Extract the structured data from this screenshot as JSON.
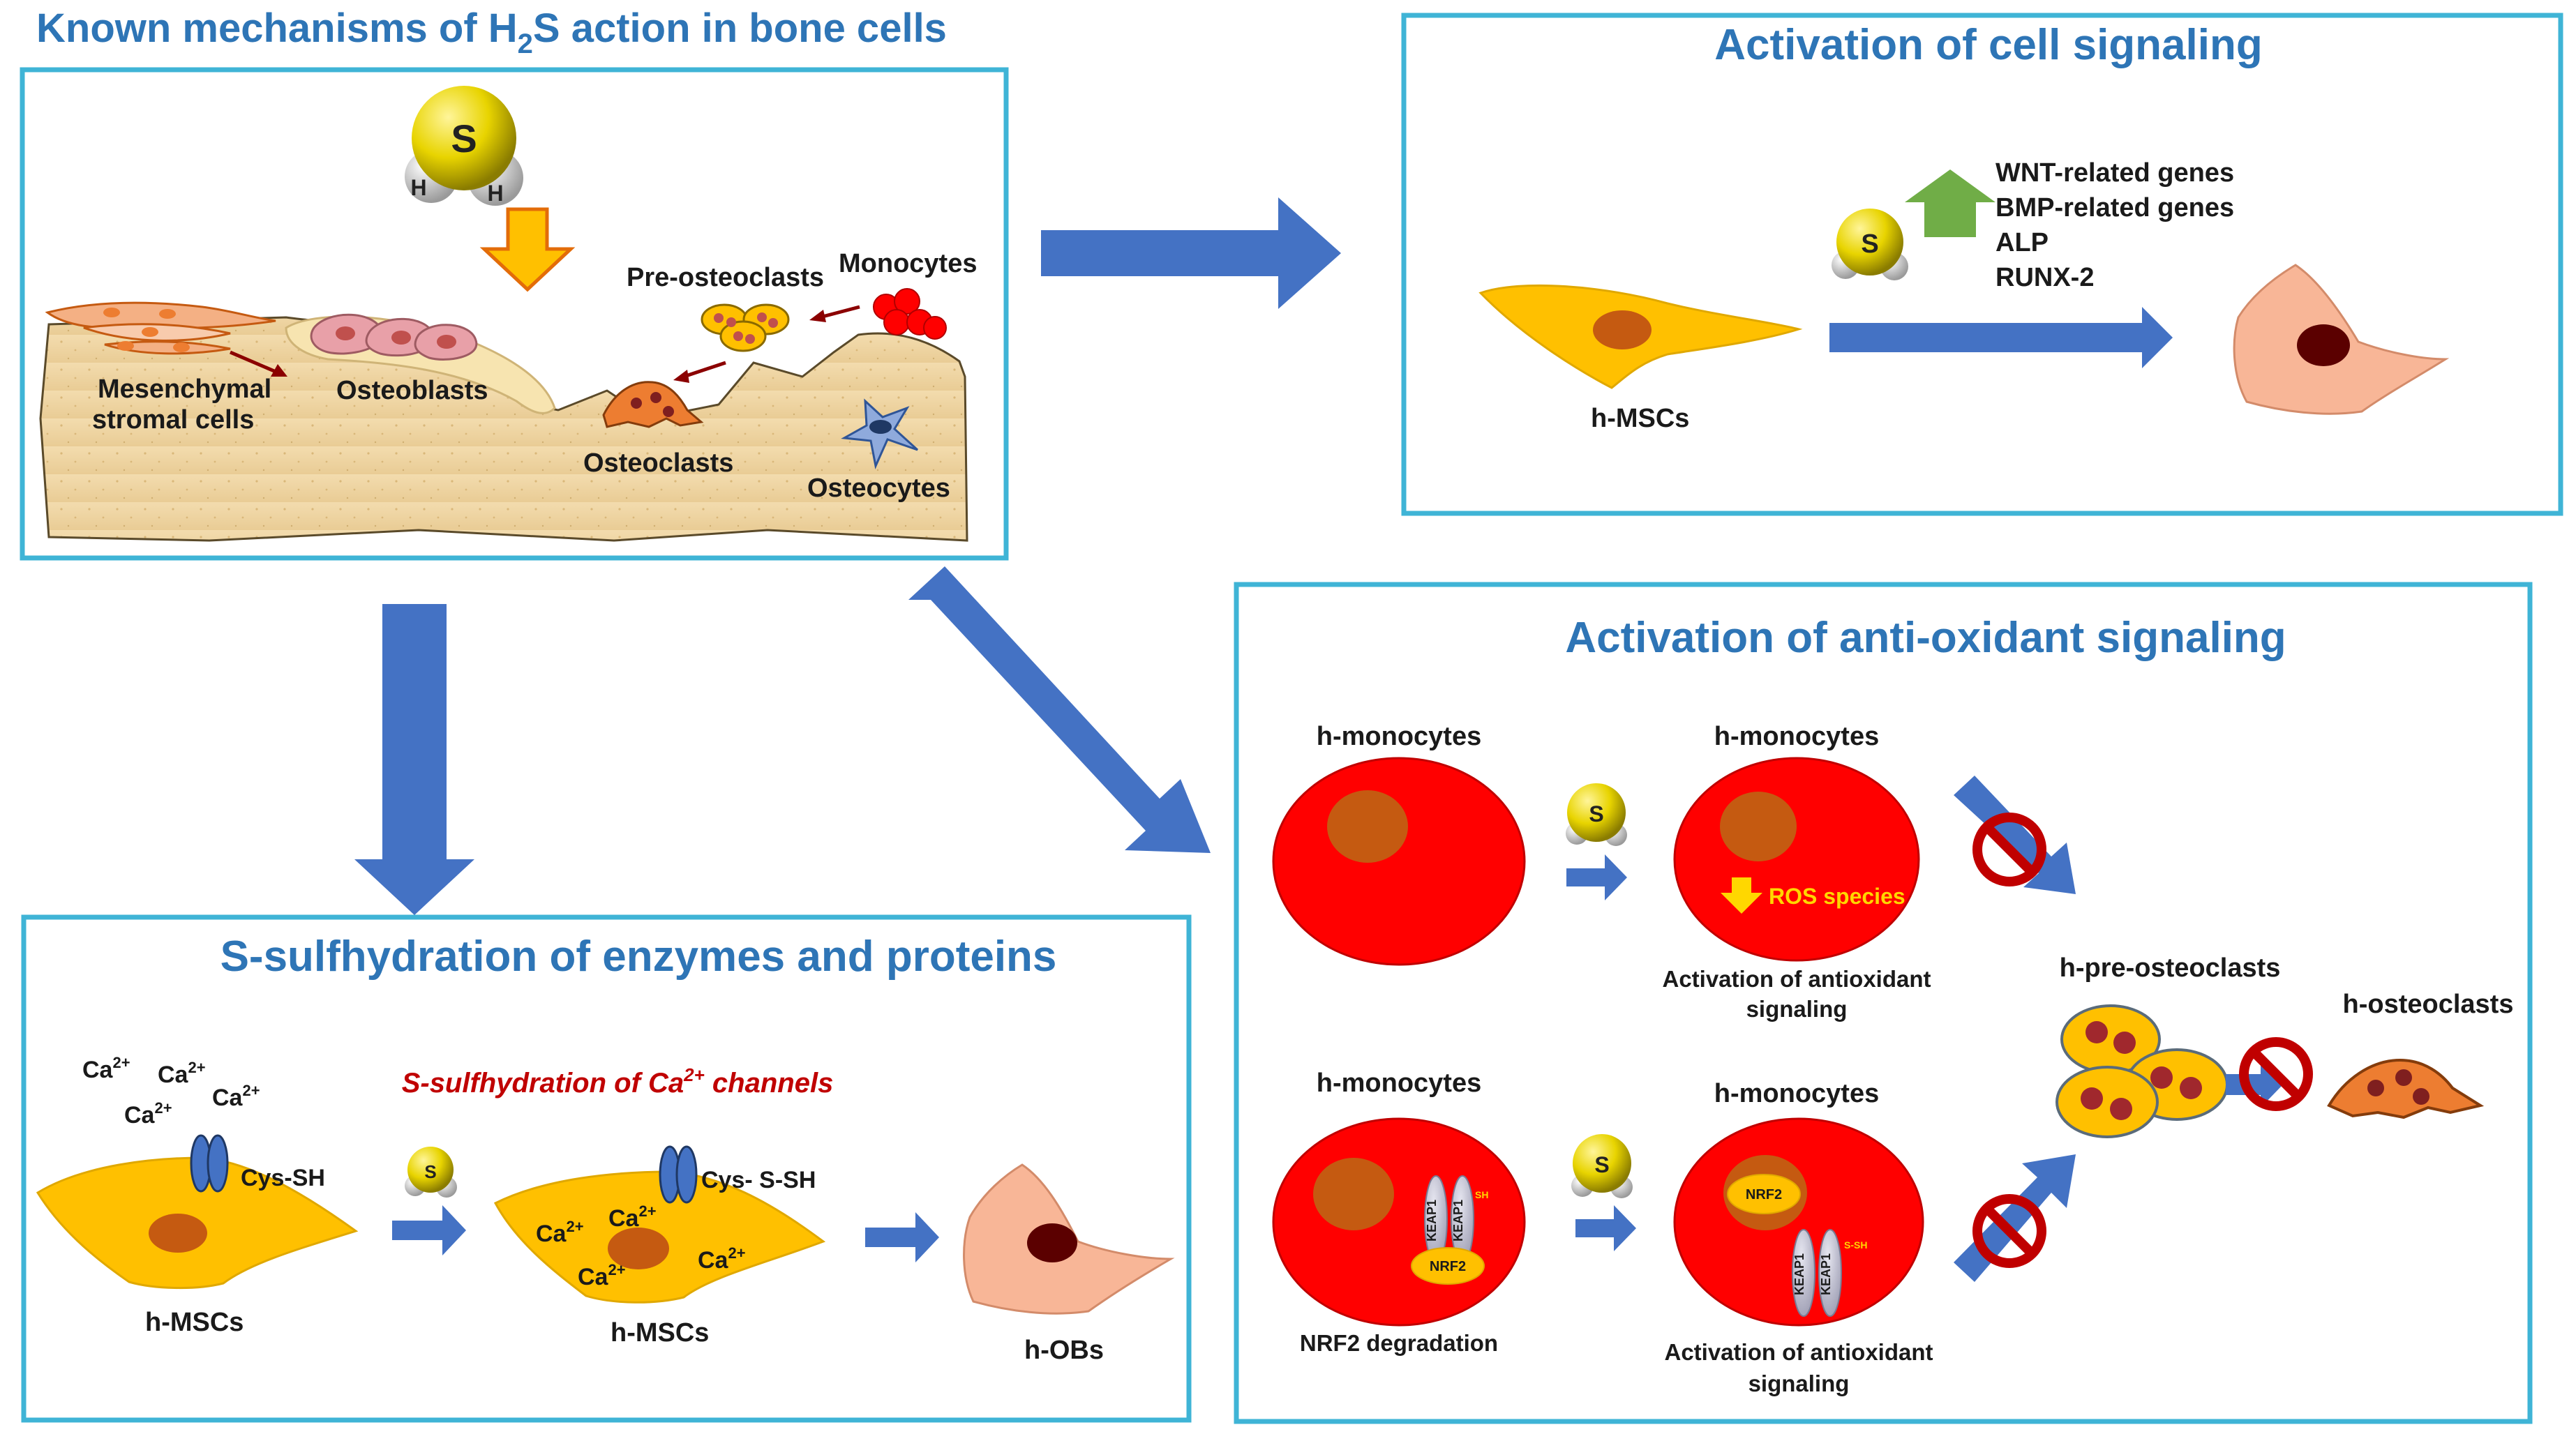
{
  "panels": {
    "known": {
      "title_pre": "Known mechanisms of H",
      "title_sub": "2",
      "title_post": "S action in bone cells",
      "h2s_s": "S",
      "h2s_h": "H",
      "label_msc_1": "Mesenchymal",
      "label_msc_2": "stromal cells",
      "label_osteoblasts": "Osteoblasts",
      "label_preosteoclasts": "Pre-osteoclasts",
      "label_monocytes": "Monocytes",
      "label_osteoclasts": "Osteoclasts",
      "label_osteocytes": "Osteocytes"
    },
    "cell_signaling": {
      "title": "Activation of cell signaling",
      "genes": [
        "WNT-related genes",
        "BMP-related genes",
        "ALP",
        "RUNX-2"
      ],
      "label_hmscs": "h-MSCs"
    },
    "sulfhydration": {
      "title": "S-sulfhydration of enzymes and proteins",
      "subtitle_pre": "S-sulfhydration of Ca",
      "subtitle_sup": "2+",
      "subtitle_post": " channels",
      "ca": "Ca",
      "ca_sup": "2+",
      "cys_sh": "Cys-SH",
      "cys_ssh": "Cys- S-SH",
      "label_hmscs": "h-MSCs",
      "label_hobs": "h-OBs"
    },
    "antioxidant": {
      "title": "Activation of anti-oxidant signaling",
      "label_hmonocytes": "h-monocytes",
      "ros": "ROS species",
      "activation_1": "Activation of antioxidant",
      "activation_2": "signaling",
      "nrf2_degradation": "NRF2 degradation",
      "nrf2": "NRF2",
      "keap1": "KEAP1",
      "sh": "SH",
      "ssh": "S-SH",
      "label_preosteoclasts": "h-pre-osteoclasts",
      "label_osteoclasts": "h-osteoclasts"
    }
  },
  "colors": {
    "panel_border": "#3FB4D6",
    "title": "#2E75B6",
    "arrow": "#4472C4",
    "cell_yellow": "#FFC000",
    "cell_red": "#FF0000",
    "osteoblast_pink": "#F8B697",
    "subtitle_red": "#C00000"
  }
}
